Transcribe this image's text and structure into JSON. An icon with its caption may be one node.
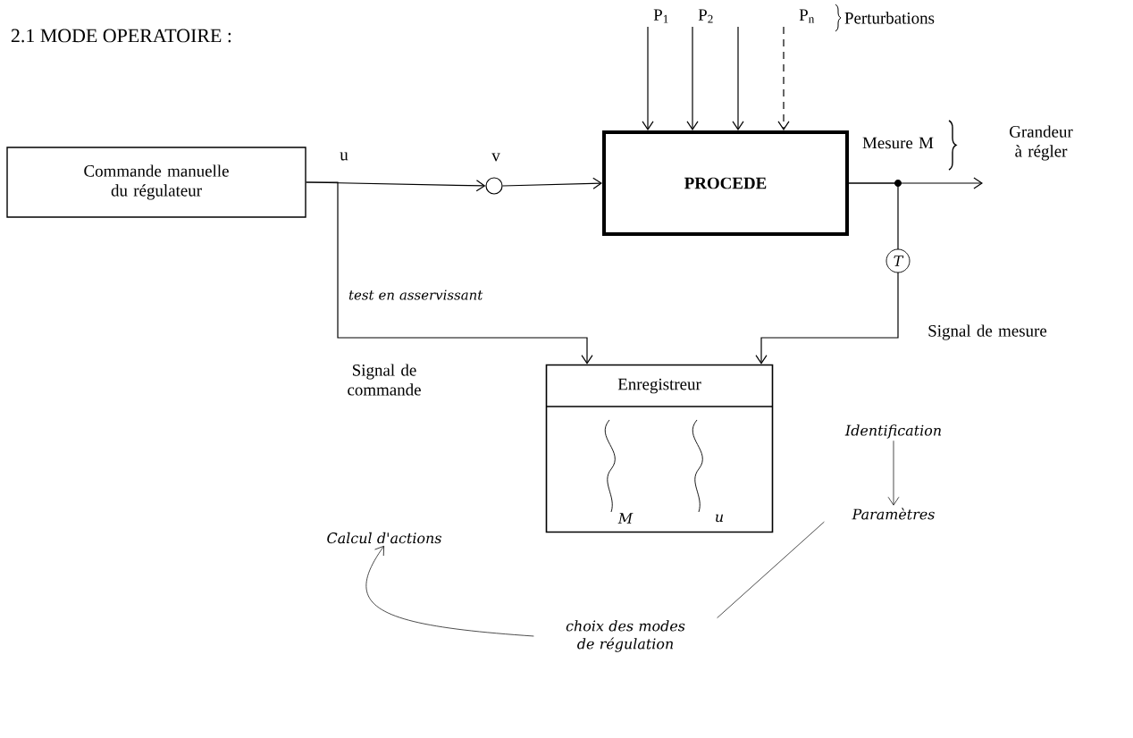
{
  "diagram": {
    "title": "2.1 MODE OPERATOIRE :",
    "nodes": [
      {
        "text": [
          "Commande manuelle du régulateur"
        ]
      },
      {
        "text": [],
        "shape": "circle",
        "beside": [
          "v"
        ]
      },
      {
        "text": [
          "PROCEDE"
        ]
      },
      {
        "text": [
          "Enregistreur",
          "M",
          "u"
        ]
      },
      {
        "text": [
          "Identification"
        ]
      },
      {
        "text": [
          "Paramètres"
        ]
      },
      {
        "text": [
          "choix des modes de régulation"
        ]
      },
      {
        "text": [
          "Calcul d'actions"
        ]
      }
    ],
    "edges": [
      {
        "from": 0,
        "to": 1,
        "arrow": "to"
      },
      {
        "from": 0,
        "to": 3,
        "arrow": "to"
      },
      {
        "from": 1,
        "to": 2,
        "arrow": "to"
      },
      {
        "from": null,
        "to": 2,
        "arrow": "to",
        "label": "P$_{1}$"
      },
      {
        "from": null,
        "to": 2,
        "arrow": "to",
        "label": "P$_{2}$"
      },
      {
        "from": null,
        "to": 2,
        "arrow": "to"
      },
      {
        "from": null,
        "to": 2,
        "arrow": "to",
        "label": "P$_{n}$",
        "style": "dashed"
      },
      {
        "from": 2,
        "to": null,
        "arrow": "to"
      },
      {
        "from": 2,
        "to": 3,
        "arrow": "to"
      },
      {
        "from": 4,
        "to": 5,
        "arrow": "to"
      },
      {
        "from": 5,
        "to": 6,
        "arrow": "none"
      },
      {
        "from": 6,
        "to": 7,
        "arrow": "to"
      }
    ],
    "labels": [
      "u",
      "Perturbations",
      "Mesure M",
      "Grandeur à régler",
      "Signal de mesure",
      "Signal de commande",
      "T",
      "test en asservissant"
    ]
  }
}
